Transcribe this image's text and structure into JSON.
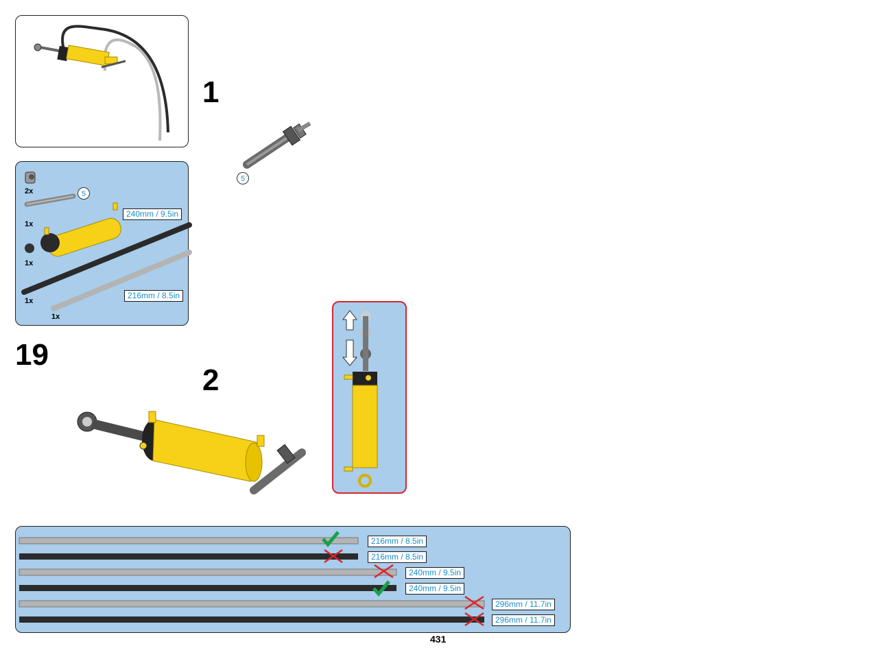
{
  "step_number": "19",
  "substep_1": "1",
  "substep_2": "2",
  "page_number": "431",
  "parts_list": {
    "items": [
      {
        "qty": "2x",
        "name": "pin-connector"
      },
      {
        "qty": "1x",
        "name": "axle-5",
        "callout": "5"
      },
      {
        "qty": "1x",
        "name": "pneumatic-cylinder"
      },
      {
        "qty": "1x",
        "name": "black-tube",
        "length": "240mm / 9.5in"
      },
      {
        "qty": "1x",
        "name": "grey-tube",
        "length": "216mm / 8.5in"
      }
    ]
  },
  "substep_1_callout": "5",
  "tube_guide": {
    "rows": [
      {
        "color": "grey",
        "label": "216mm / 8.5in",
        "status": "check"
      },
      {
        "color": "black",
        "label": "216mm / 8.5in",
        "status": "cross"
      },
      {
        "color": "grey",
        "label": "240mm / 9.5in",
        "status": "cross"
      },
      {
        "color": "black",
        "label": "240mm / 9.5in",
        "status": "check"
      },
      {
        "color": "grey",
        "label": "296mm / 11.7in",
        "status": "cross"
      },
      {
        "color": "black",
        "label": "296mm / 11.7in",
        "status": "cross"
      }
    ]
  },
  "colors": {
    "panel_blue": "#a9cdea",
    "yellow": "#f7d117",
    "dark_tube": "#2b2b2b",
    "grey_tube": "#b4b4b4",
    "check_green": "#1aa04a",
    "cross_red": "#d9252f",
    "label_blue": "#1a8fc9",
    "inset_border_red": "#d9252f"
  }
}
